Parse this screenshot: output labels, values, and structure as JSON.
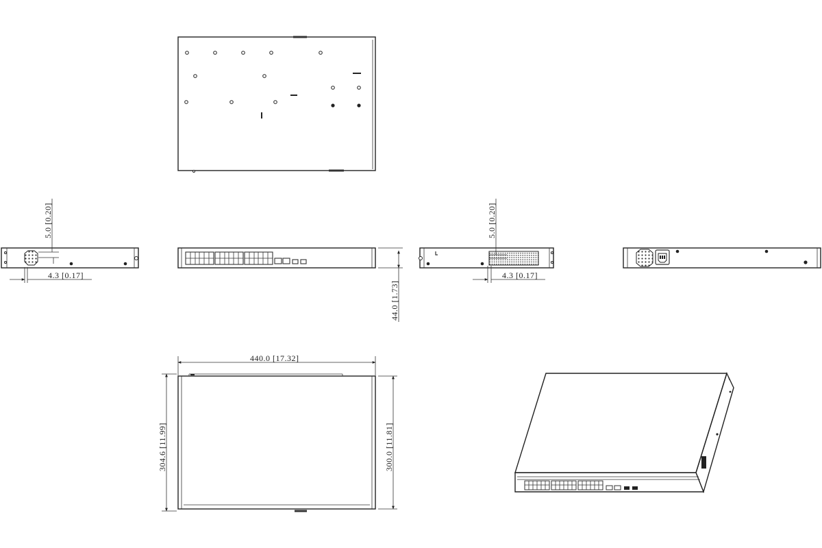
{
  "dimensions": {
    "side_offset_vertical_left": "5.0 [0.20]",
    "side_offset_horizontal_left": "4.3 [0.17]",
    "side_offset_vertical_right": "5.0 [0.20]",
    "side_offset_horizontal_right": "4.3 [0.17]",
    "front_height": "44.0 [1.73]",
    "bottom_width": "440.0 [17.32]",
    "bottom_depth_overall": "304.6 [11.99]",
    "bottom_depth_body": "300.0 [11.81]"
  }
}
